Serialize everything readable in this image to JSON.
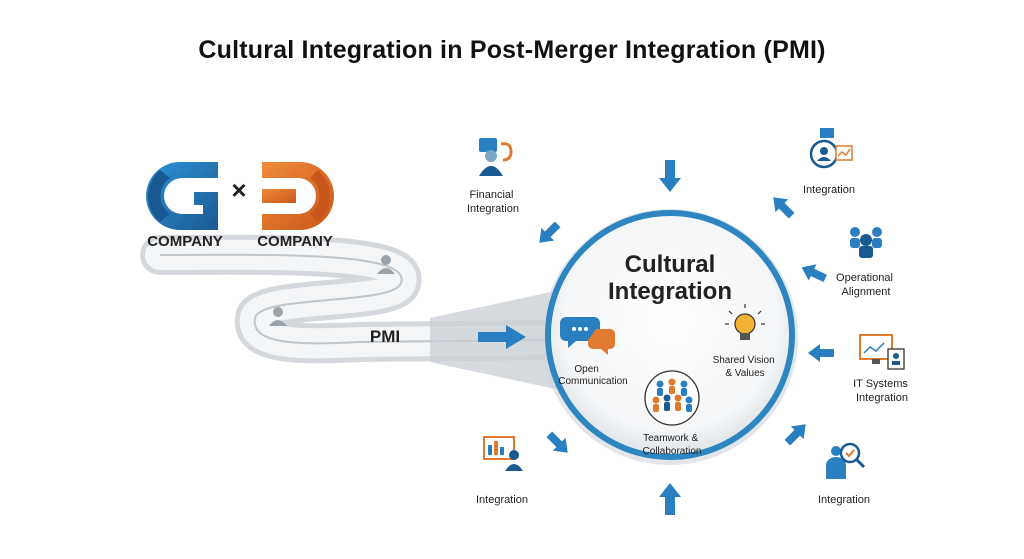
{
  "title": "Cultural Integration in Post-Merger Integration (PMI)",
  "companies": {
    "left_label": "COMPANY",
    "symbol": "×",
    "right_label": "COMPANY"
  },
  "path": {
    "label": "PMI"
  },
  "center": {
    "title_line1": "Cultural",
    "title_line2": "Integration",
    "items": [
      {
        "lines": [
          "Open",
          "Communication"
        ],
        "icon": "speech-bubbles-icon"
      },
      {
        "lines": [
          "Shared Vision",
          "& Values"
        ],
        "icon": "lightbulb-icon"
      },
      {
        "lines": [
          "Teamwork &",
          "Collaboration"
        ],
        "icon": "team-group-icon"
      }
    ]
  },
  "satellites": [
    {
      "lines": [
        "Financial",
        "Integration"
      ],
      "icon": "finance-people-icon"
    },
    {
      "lines": [
        "Integration"
      ],
      "icon": "analysis-person-icon"
    },
    {
      "lines": [
        "Operational",
        "Alignment"
      ],
      "icon": "team-icon"
    },
    {
      "lines": [
        "IT Systems",
        "Integration"
      ],
      "icon": "monitor-icon"
    },
    {
      "lines": [
        "Integration"
      ],
      "icon": "presentation-icon"
    },
    {
      "lines": [
        "Integration"
      ],
      "icon": "search-person-icon"
    }
  ],
  "colors": {
    "blue": "#2a7fc0",
    "dark_blue": "#1a5a92",
    "orange": "#e07a2e",
    "ring": "#2e86c1",
    "road": "#d4d8dc"
  }
}
